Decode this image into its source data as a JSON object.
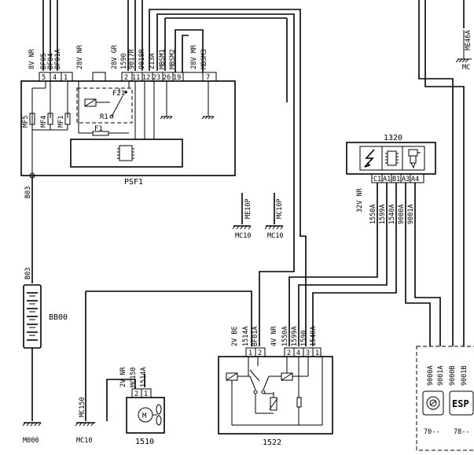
{
  "modules": {
    "psf1": "PSF1",
    "m1320": "1320",
    "m1522": "1522",
    "m1510": "1510",
    "bb00": "BB00",
    "esp": "ESP",
    "ref70": "70--",
    "ref78": "78--"
  },
  "psf1": {
    "conn_groups": [
      "8V NR",
      "28V NR",
      "28V GR",
      "28V MR"
    ],
    "wires": [
      "BF05",
      "BF04",
      "BF01A",
      "1590",
      "9017R",
      "9018R",
      "Z13A",
      "MBSM1",
      "MBSM2",
      "MBSM3"
    ],
    "pins": [
      "5",
      "4",
      "1",
      "2",
      "11",
      "12",
      "23",
      "26",
      "19",
      "7"
    ],
    "fuses": [
      "MF5",
      "MF4",
      "MF1"
    ],
    "relay": "R1",
    "relay_fuses": [
      "F21",
      "F1"
    ]
  },
  "m1320": {
    "conn_group": "32V NR",
    "pins": [
      "C1",
      "A1",
      "B1",
      "A3",
      "A4"
    ],
    "wires": [
      "1550A",
      "1599A",
      "1540A",
      "9000A",
      "9001A"
    ]
  },
  "m1522": {
    "conn1_group": "2V BE",
    "conn1_wires": [
      "1514A",
      "BF01A"
    ],
    "conn1_pins": [
      "1",
      "2"
    ],
    "conn2_group": "4V NR",
    "conn2_wires": [
      "1550A",
      "1599A",
      "1590",
      "1540A"
    ],
    "conn2_pins": [
      "2",
      "4",
      "3",
      "1"
    ]
  },
  "m1510": {
    "conn_group": "2V NR",
    "wires": [
      "MC150",
      "1514A"
    ],
    "pins": [
      "2",
      "1"
    ]
  },
  "grounds": [
    "ME10P",
    "MC10P",
    "MC10",
    "MC10",
    "MC150",
    "MC10",
    "M000"
  ],
  "b03": [
    "B03",
    "B03"
  ],
  "topright": {
    "wire": "ME46A",
    "ground": "MC"
  },
  "esp_block": {
    "wires": [
      "9000A",
      "9001A",
      "9000B",
      "9001B"
    ]
  }
}
